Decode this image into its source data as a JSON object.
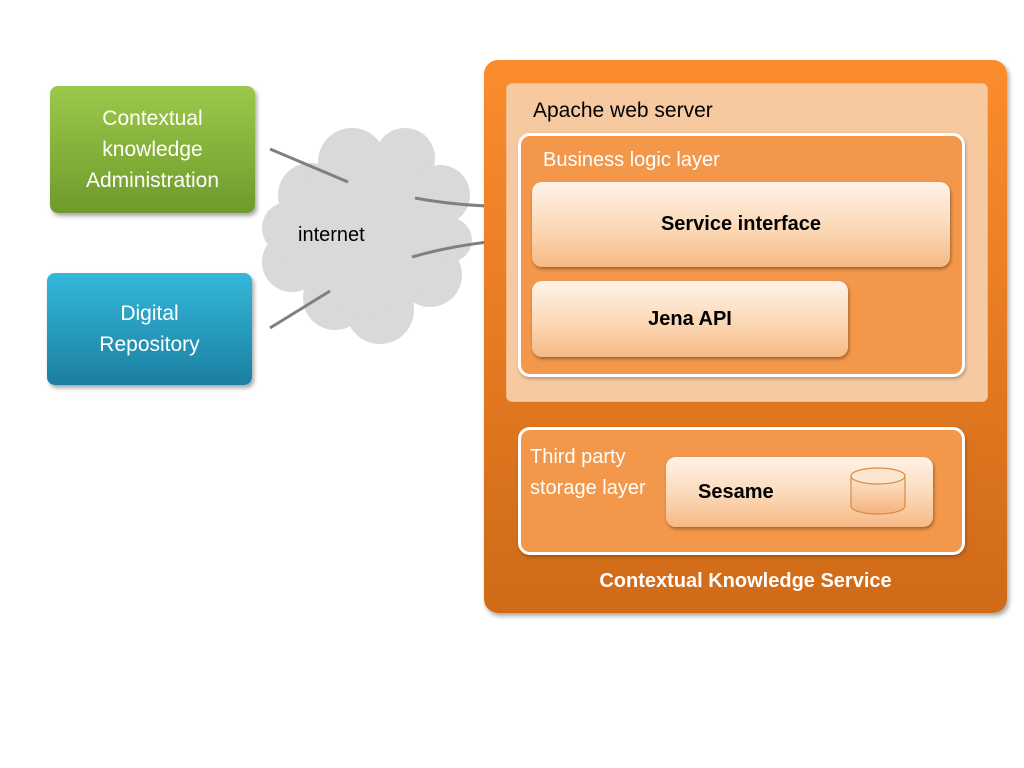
{
  "clients": {
    "admin": "Contextual knowledge Administration",
    "repository": "Digital Repository"
  },
  "network": {
    "label": "internet"
  },
  "service": {
    "title": "Contextual Knowledge Service",
    "web_server": {
      "label": "Apache web server",
      "business_logic": {
        "label": "Business logic layer",
        "service_interface": "Service interface",
        "jena": "Jena API"
      }
    },
    "storage": {
      "label": "Third party storage layer",
      "sesame": "Sesame"
    }
  },
  "colors": {
    "admin": "#86b43b",
    "repository": "#2aa1c6",
    "service": "#f08427",
    "cloud": "#d9d9d9",
    "connector": "#808080"
  }
}
